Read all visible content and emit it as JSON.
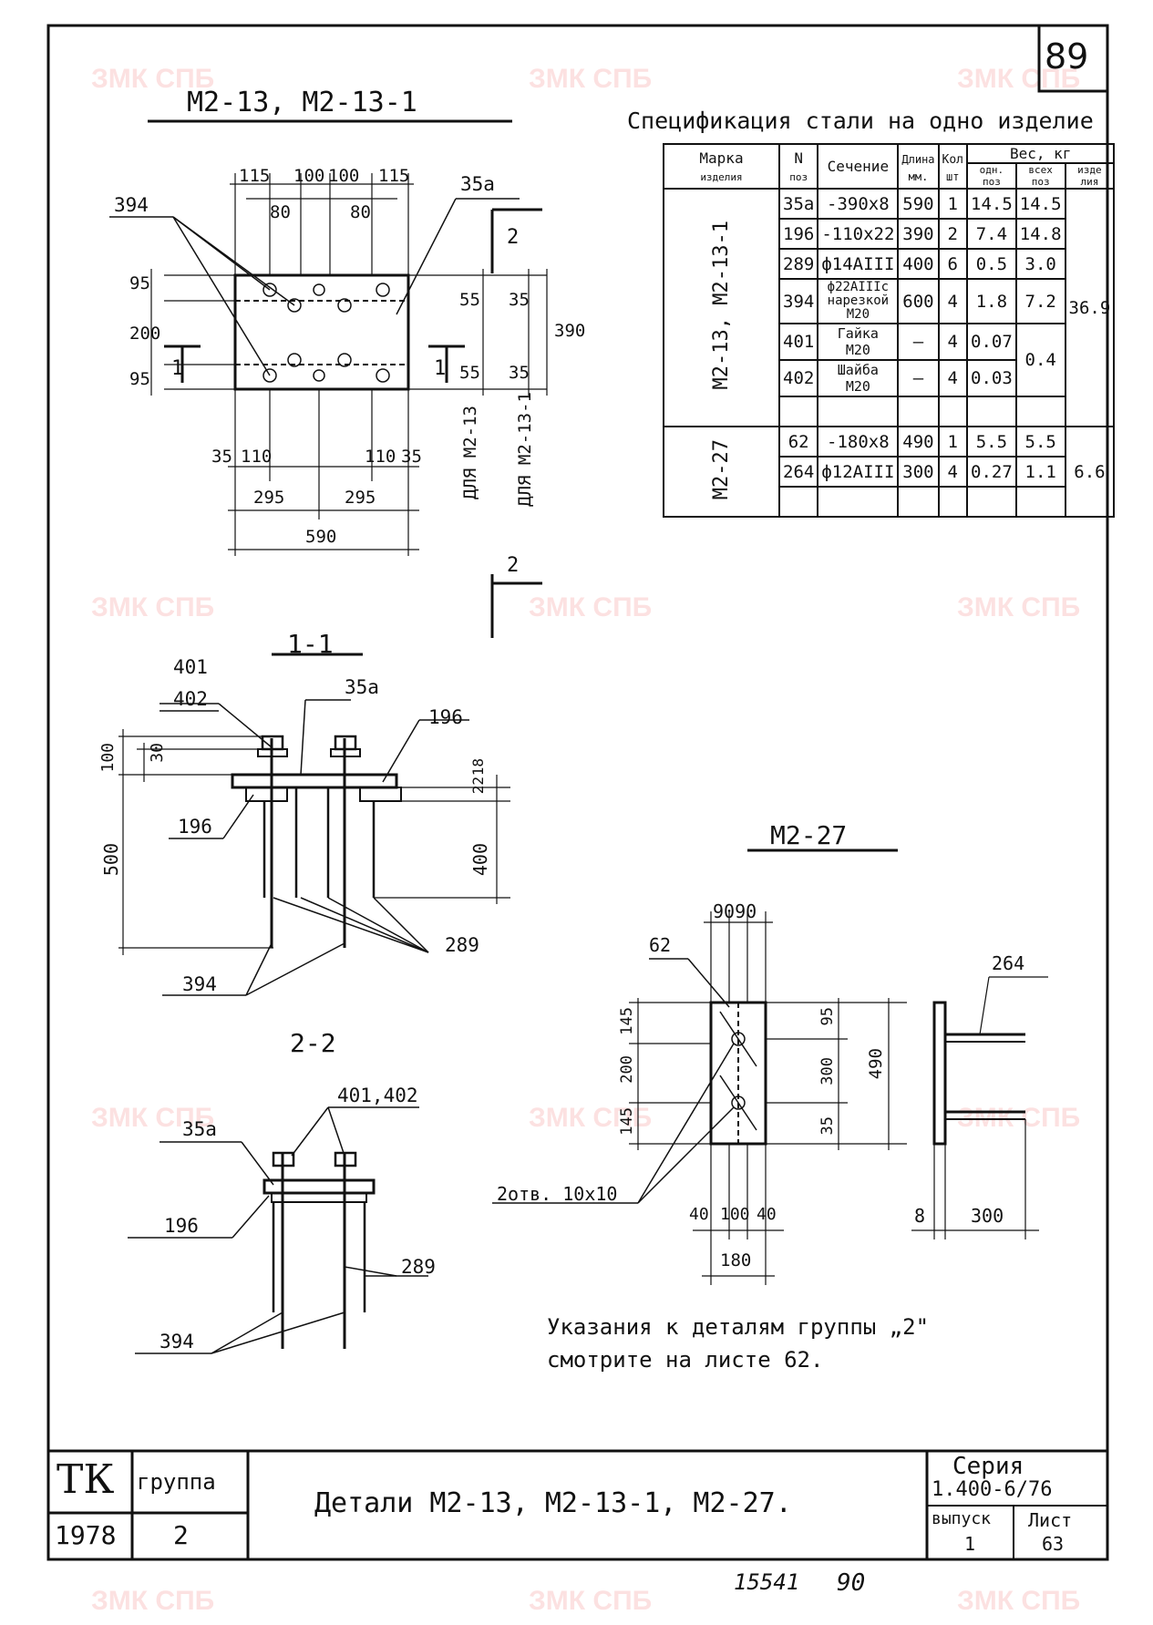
{
  "sheet_number": "89",
  "main_title": "М2-13, М2-13-1",
  "plan": {
    "dims_top": [
      "115",
      "100",
      "100",
      "115"
    ],
    "dims_top2": [
      "80",
      "80"
    ],
    "dims_left": [
      "95",
      "200",
      "95"
    ],
    "dims_right": [
      "55",
      "35",
      "55",
      "35",
      "390"
    ],
    "dims_bottom1": [
      "35",
      "110",
      "110",
      "35"
    ],
    "dims_bottom2": [
      "295",
      "295"
    ],
    "dims_bottom3": "590",
    "leaders": [
      "394",
      "35а"
    ],
    "section_marks": [
      "1",
      "1",
      "2",
      "2"
    ],
    "vertical_notes": [
      "ДЛЯ М2-13",
      "ДЛЯ М2-13-1"
    ]
  },
  "section_1": {
    "title": "1-1",
    "labels": [
      "401",
      "402",
      "35а",
      "196",
      "196",
      "289",
      "394"
    ],
    "dims": [
      "100",
      "30",
      "22",
      "18",
      "500",
      "400"
    ]
  },
  "section_2": {
    "title": "2-2",
    "labels": [
      "401,402",
      "35а",
      "196",
      "289",
      "394"
    ]
  },
  "m227": {
    "title": "М2-27",
    "dims_top": "9090",
    "dims_left": [
      "145",
      "200",
      "145"
    ],
    "dims_right": [
      "95",
      "300",
      "35",
      "490"
    ],
    "dims_bottom": [
      "40",
      "100",
      "40"
    ],
    "dims_bottom2": "180",
    "labels": [
      "62",
      "2отв. 10х10",
      "264"
    ],
    "side_dims": [
      "8",
      "300"
    ]
  },
  "note": {
    "line1": "Указания к деталям группы „2\"",
    "line2": "смотрите на листе 62."
  },
  "spec": {
    "title": "Спецификация стали на одно изделие",
    "headers": {
      "marka": "Марка",
      "marka2": "изделия",
      "n": "N",
      "n2": "поз",
      "section": "Сечение",
      "length": "Длина",
      "length2": "мм.",
      "qty": "Кол",
      "qty2": "шт",
      "weight": "Вес, кг",
      "w_one": "одн. поз",
      "w_all": "всех поз",
      "w_item": "изде лия"
    },
    "groups": [
      {
        "name": "М2-13, М2-13-1",
        "item_weight": "36.9",
        "rows": [
          {
            "pos": "35а",
            "section": "-390x8",
            "length": "590",
            "qty": "1",
            "w1": "14.5",
            "w2": "14.5"
          },
          {
            "pos": "196",
            "section": "-110x22",
            "length": "390",
            "qty": "2",
            "w1": "7.4",
            "w2": "14.8"
          },
          {
            "pos": "289",
            "section": "ф14АIII",
            "length": "400",
            "qty": "6",
            "w1": "0.5",
            "w2": "3.0"
          },
          {
            "pos": "394",
            "section": "ф22АIIIс нарезкой М20",
            "length": "600",
            "qty": "4",
            "w1": "1.8",
            "w2": "7.2"
          },
          {
            "pos": "401",
            "section": "Гайка М20",
            "length": "—",
            "qty": "4",
            "w1": "0.07",
            "w2": "0.4"
          },
          {
            "pos": "402",
            "section": "Шайба М20",
            "length": "—",
            "qty": "4",
            "w1": "0.03",
            "w2": ""
          }
        ]
      },
      {
        "name": "М2-27",
        "item_weight": "6.6",
        "rows": [
          {
            "pos": "62",
            "section": "-180x8",
            "length": "490",
            "qty": "1",
            "w1": "5.5",
            "w2": "5.5"
          },
          {
            "pos": "264",
            "section": "ф12АIII",
            "length": "300",
            "qty": "4",
            "w1": "0.27",
            "w2": "1.1"
          }
        ]
      }
    ]
  },
  "title_block": {
    "tk": "ТК",
    "group_label": "группа",
    "year": "1978",
    "group_value": "2",
    "title": "Детали М2-13, М2-13-1, М2-27.",
    "series_label": "Серия",
    "series_value": "1.400-6/76",
    "issue_label": "выпуск",
    "issue_value": "1",
    "sheet_label": "Лист",
    "sheet_value": "63"
  },
  "footer": {
    "code": "15541",
    "page": "90"
  },
  "watermark": {
    "text": "ЗМК СПБ",
    "color": "#f07878"
  }
}
